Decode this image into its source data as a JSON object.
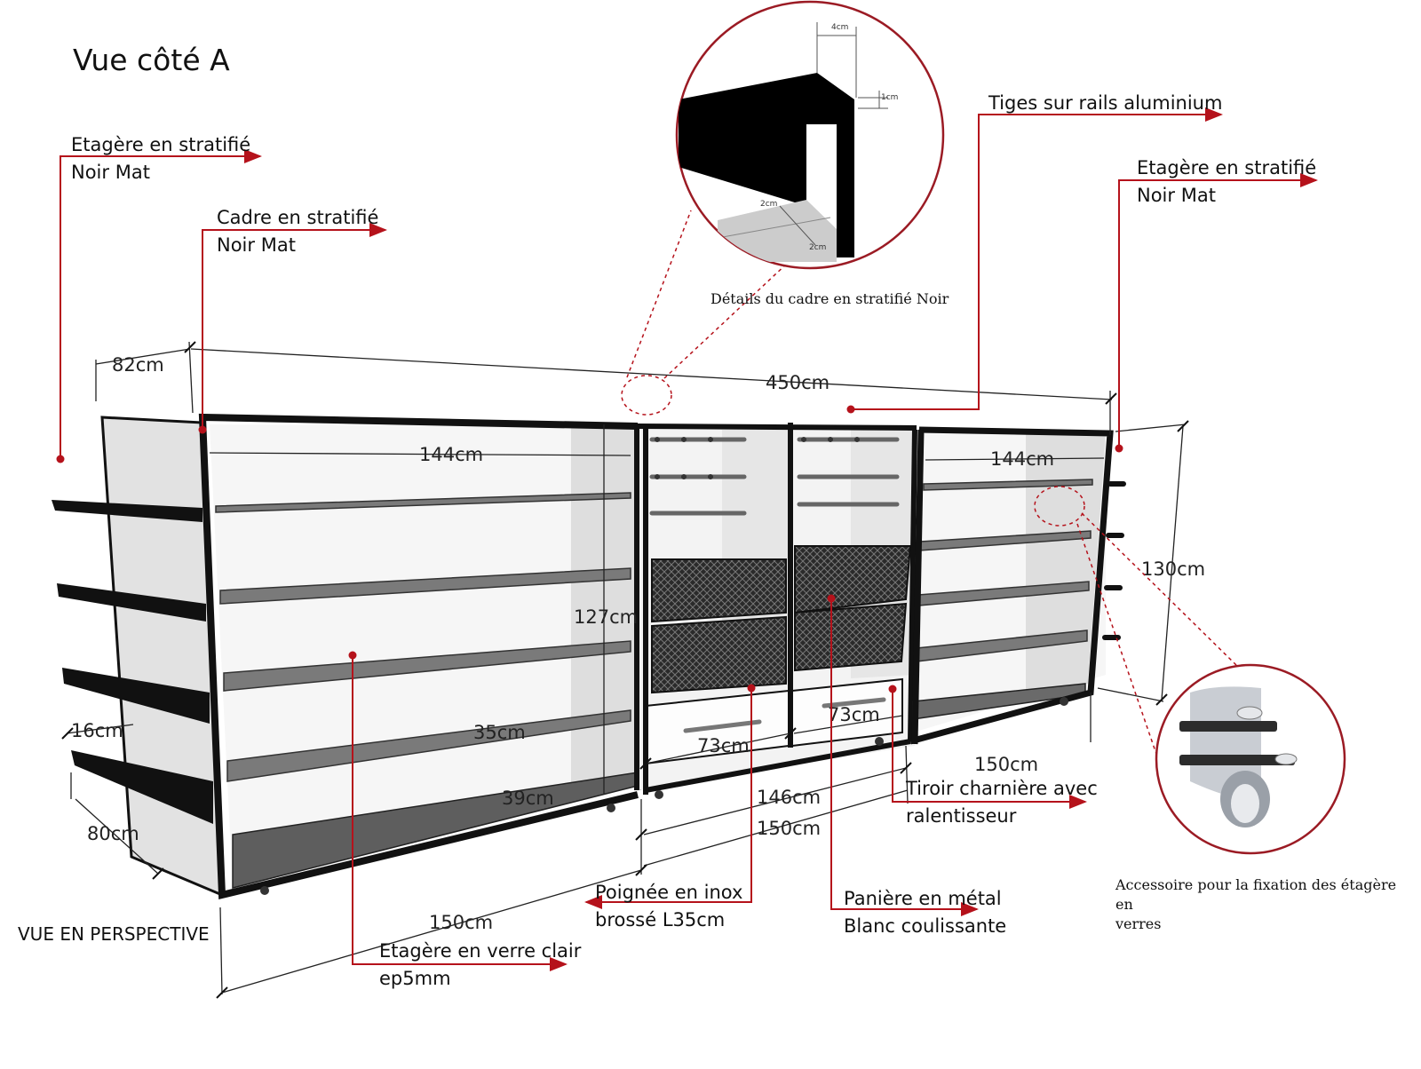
{
  "title": "Vue côté A",
  "perspective_label": "VUE EN PERSPECTIVE",
  "labels": {
    "etagere_left": [
      "Etagère en stratifié",
      "Noir Mat"
    ],
    "cadre": [
      "Cadre en stratifié",
      "Noir Mat"
    ],
    "tiges": [
      "Tiges sur rails aluminium"
    ],
    "etagere_right": [
      "Etagère en stratifié",
      "Noir Mat"
    ],
    "tiroir": [
      "Tiroir charnière avec",
      "ralentisseur"
    ],
    "poignee": [
      "Poignée en inox",
      "brossé L35cm"
    ],
    "paniere": [
      "Panière en métal",
      "Blanc  coulissante"
    ],
    "verre": [
      "Etagère en verre clair",
      "ep5mm"
    ]
  },
  "detail_caption": "Détails du cadre en stratifié Noir",
  "accessory_caption": [
    "Accessoire pour la fixation des étagère en",
    "verres"
  ],
  "detail_dims": {
    "d4": "4cm",
    "d1": "1cm",
    "d2a": "2cm",
    "d2b": "2cm"
  },
  "dimensions": {
    "d82": "82cm",
    "d450": "450cm",
    "d144l": "144cm",
    "d144r": "144cm",
    "d127": "127cm",
    "d130": "130cm",
    "d35": "35cm",
    "d39": "39cm",
    "d16": "16cm",
    "d80": "80cm",
    "d73a": "73cm",
    "d73b": "73cm",
    "d146": "146cm",
    "d150a": "150cm",
    "d150b": "150cm",
    "d150c": "150cm"
  },
  "colors": {
    "accent": "#b5121b",
    "frame": "#111111",
    "panel": "#dcdcdc",
    "glass": "#6e6e6e",
    "basket": "#1a1a1a"
  }
}
